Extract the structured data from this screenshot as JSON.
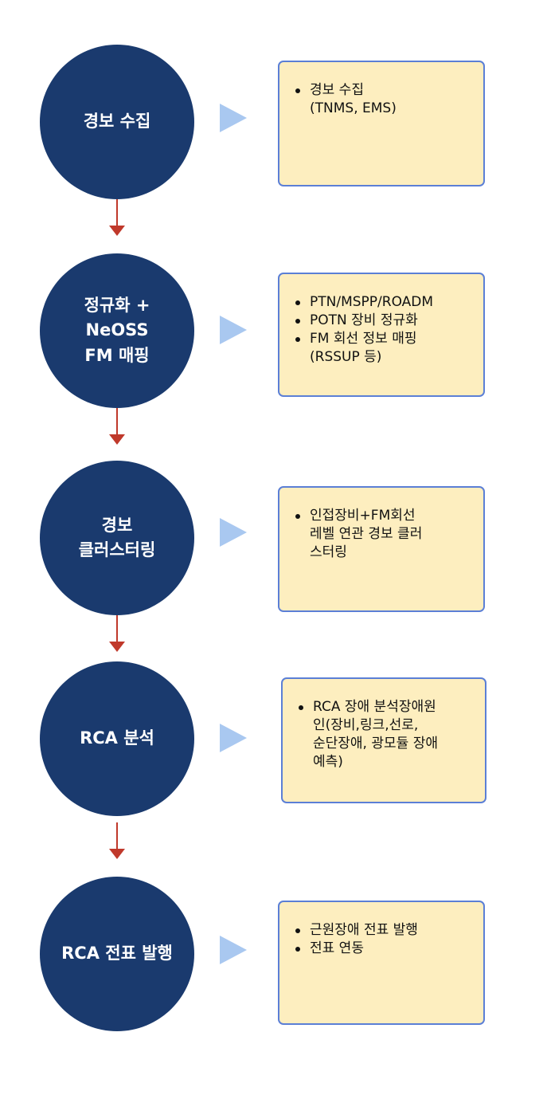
{
  "steps": [
    {
      "title": "경보 수집",
      "details": [
        "경보 수집\n(TNMS, EMS)"
      ]
    },
    {
      "title": "정규화 +\nNeOSS\nFM 매핑",
      "details": [
        "PTN/MSPP/ROADM",
        "POTN 장비 정규화",
        "FM 회선 정보 매핑\n(RSSUP 등)"
      ]
    },
    {
      "title": "경보\n클러스터링",
      "details": [
        "인접장비+FM회선\n레벨 연관 경보 클러\n스터링"
      ]
    },
    {
      "title": "RCA 분석",
      "details": [
        "RCA 장애 분석장애원\n인(장비,링크,선로,\n순단장애, 광모듈 장애\n예측)"
      ]
    },
    {
      "title": "RCA 전표 발행",
      "details": [
        "근원장애 전표 발행",
        "전표 연동"
      ]
    }
  ],
  "colors": {
    "circle": "#1a3a6e",
    "arrow": "#c0392b",
    "pointer": "#a9c8f0",
    "box_fill": "#fdeebf",
    "box_border": "#5b7fd6"
  }
}
